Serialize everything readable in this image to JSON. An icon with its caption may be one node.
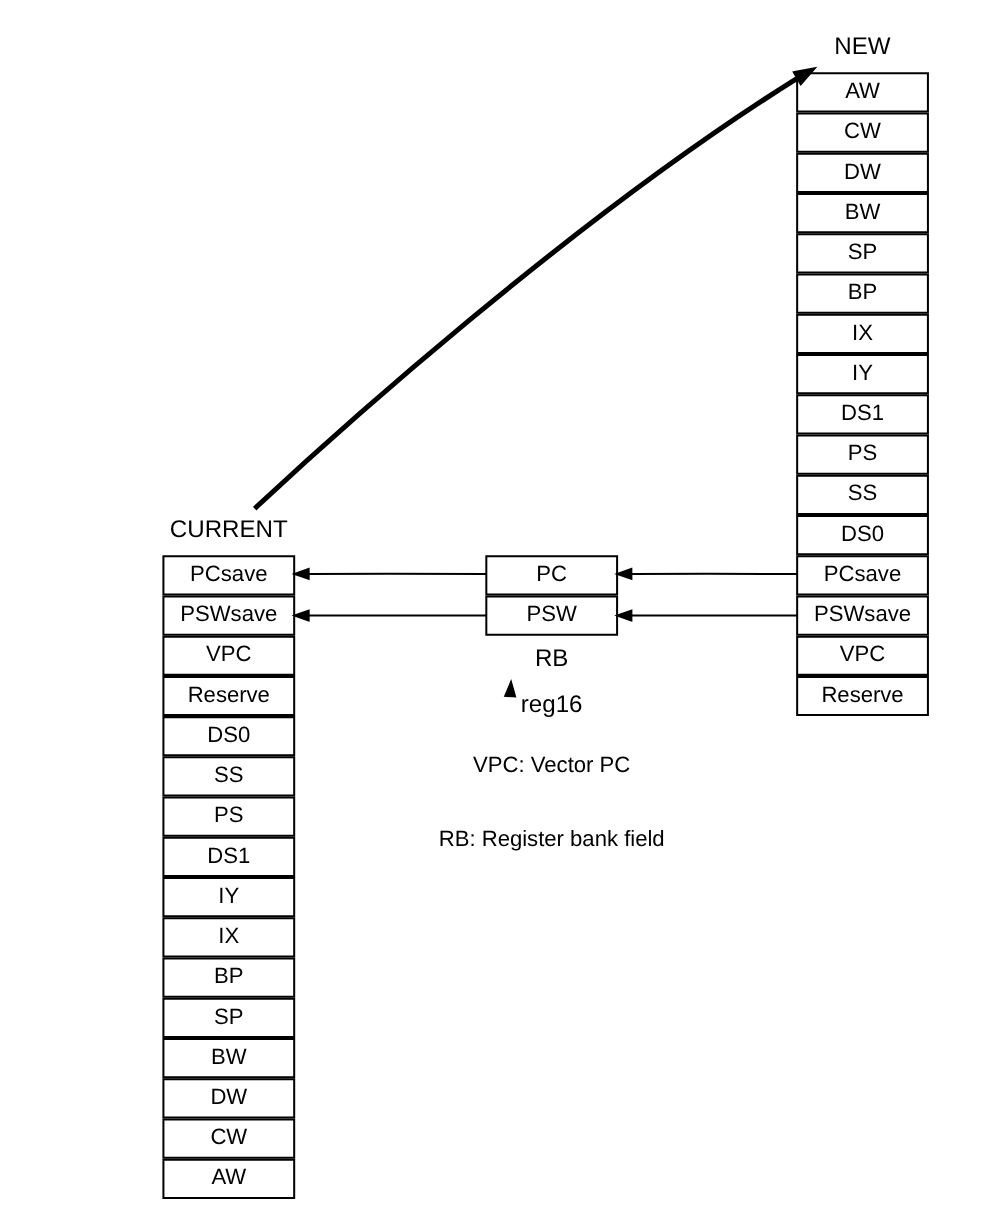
{
  "diagram": {
    "nodes": [
      {
        "text": [
          "CURRENT"
        ]
      },
      {
        "text": [
          "NEW"
        ]
      },
      {
        "text": [
          "AW"
        ]
      },
      {
        "text": [
          "CW"
        ]
      },
      {
        "text": [
          "DW"
        ]
      },
      {
        "text": [
          "BW"
        ]
      },
      {
        "text": [
          "SP"
        ]
      },
      {
        "text": [
          "BP"
        ]
      },
      {
        "text": [
          "IX"
        ]
      },
      {
        "text": [
          "IY"
        ]
      },
      {
        "text": [
          "DS1"
        ]
      },
      {
        "text": [
          "PS"
        ]
      },
      {
        "text": [
          "SS"
        ]
      },
      {
        "text": [
          "DS0"
        ]
      },
      {
        "text": [
          "PCsave"
        ]
      },
      {
        "text": [
          "PSWsave"
        ]
      },
      {
        "text": [
          "VPC"
        ]
      },
      {
        "text": [
          "Reserve"
        ]
      },
      {
        "text": [
          "AW"
        ]
      },
      {
        "text": [
          "CW"
        ]
      },
      {
        "text": [
          "DW"
        ]
      },
      {
        "text": [
          "BW"
        ]
      },
      {
        "text": [
          "SP"
        ]
      },
      {
        "text": [
          "BP"
        ]
      },
      {
        "text": [
          "IX"
        ]
      },
      {
        "text": [
          "IY"
        ]
      },
      {
        "text": [
          "DS1"
        ]
      },
      {
        "text": [
          "PS"
        ]
      },
      {
        "text": [
          "SS"
        ]
      },
      {
        "text": [
          "DS0"
        ]
      },
      {
        "text": [
          "PCsave"
        ]
      },
      {
        "text": [
          "PSWsave"
        ]
      },
      {
        "text": [
          "VPC"
        ]
      },
      {
        "text": [
          "Reserve"
        ]
      },
      {
        "text": [
          "PC"
        ]
      },
      {
        "text": [
          "PSW"
        ]
      },
      {
        "text": [
          "RB"
        ]
      },
      {
        "text": [
          "reg16"
        ]
      }
    ],
    "edges": [
      {
        "from": 0,
        "to": 1,
        "arrow": "to",
        "style": "thick"
      },
      {
        "from": 34,
        "to": 14,
        "arrow": "to"
      },
      {
        "from": 35,
        "to": 15,
        "arrow": "to"
      },
      {
        "from": 30,
        "to": 34,
        "arrow": "to"
      },
      {
        "from": 31,
        "to": 35,
        "arrow": "to"
      },
      {
        "from": 37,
        "to": 36,
        "arrow": "to"
      }
    ],
    "labels": [
      "VPC: Vector PC",
      "RB: Register bank field"
    ]
  }
}
